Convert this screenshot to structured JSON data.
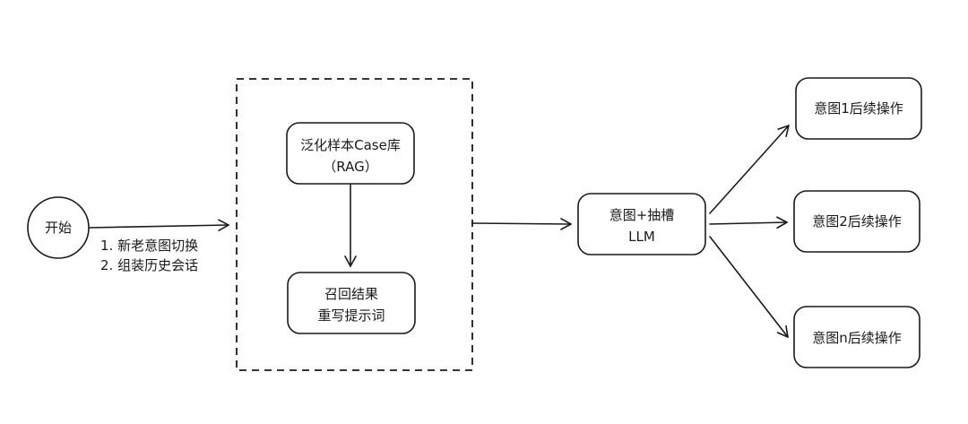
{
  "diagram": {
    "nodes": {
      "start": {
        "label": "开始"
      },
      "rag": {
        "line1": "泛化样本Case库",
        "line2": "（RAG）"
      },
      "recall": {
        "line1": "召回结果",
        "line2": "重写提示词"
      },
      "llm": {
        "line1": "意图+抽槽",
        "line2": "LLM"
      },
      "intent1": {
        "label": "意图1后续操作"
      },
      "intent2": {
        "label": "意图2后续操作"
      },
      "intentn": {
        "label": "意图n后续操作"
      }
    },
    "edge_labels": {
      "start_to_group": {
        "line1": "1. 新老意图切换",
        "line2": "2. 组装历史会话"
      }
    },
    "edges": [
      {
        "from": "start",
        "to": "group"
      },
      {
        "from": "rag",
        "to": "recall"
      },
      {
        "from": "group",
        "to": "llm"
      },
      {
        "from": "llm",
        "to": "intent1"
      },
      {
        "from": "llm",
        "to": "intent2"
      },
      {
        "from": "llm",
        "to": "intentn"
      }
    ]
  }
}
